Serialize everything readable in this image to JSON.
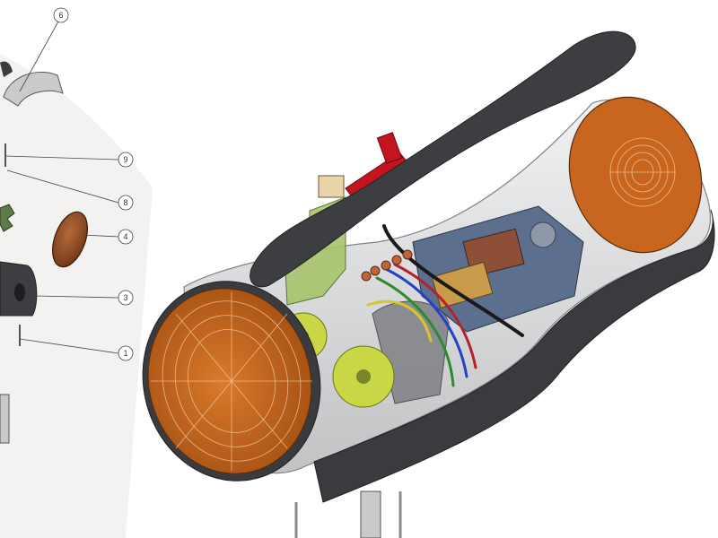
{
  "diagram": {
    "view": "exploded-isometric",
    "subject": "hair-dryer-assembly",
    "callouts": [
      {
        "id": "c6",
        "label": "6",
        "part": "upper-shell-clip"
      },
      {
        "id": "c9",
        "label": "9",
        "part": "pin"
      },
      {
        "id": "c8",
        "label": "8",
        "part": "screw"
      },
      {
        "id": "c4",
        "label": "4",
        "part": "filter-disc"
      },
      {
        "id": "c3",
        "label": "3",
        "part": "rear-shell"
      },
      {
        "id": "c1",
        "label": "1",
        "part": "post"
      }
    ],
    "colors": {
      "background": "#ffffff",
      "body_dark": "#3a3b3e",
      "body_transparent": "#d9dadc",
      "copper": "#c8651e",
      "switch_red": "#c4141d",
      "pcb_green": "#a9c46c",
      "gear_yellow": "#c9d645",
      "motor_blue": "#5c6f8f",
      "wire_blue": "#2442c7",
      "wire_green": "#2e8a2e",
      "wire_red": "#b6202a",
      "wire_yellow": "#d9c52a",
      "callout_line": "#444444"
    }
  }
}
